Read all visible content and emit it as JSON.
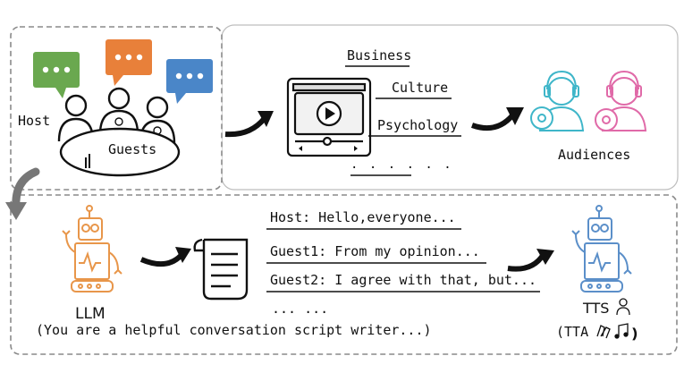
{
  "top_panel": {
    "host_label": "Host",
    "guests_label": "Guests",
    "topics": [
      "Business",
      "Culture",
      "Psychology"
    ],
    "topics_more": ". . .  . . .",
    "audiences_label": "Audiences"
  },
  "bottom_panel": {
    "llm_label": "LLM",
    "llm_prompt": "(You are a helpful conversation script writer...)",
    "script_lines": [
      "Host: Hello,everyone...",
      "Guest1: From my opinion...",
      "Guest2: I agree with that, but..."
    ],
    "script_more": "... ...",
    "tts_label": "TTS",
    "tta_label": "(TTA"
  },
  "colors": {
    "bubble_green": "#6aa84f",
    "bubble_orange": "#e8803a",
    "bubble_blue": "#4a86c8",
    "robot_orange": "#e8964a",
    "robot_blue": "#5b8fc9",
    "audience_cyan": "#3fb6c9",
    "audience_pink": "#e06aa8",
    "panel_border": "#8a8a8a"
  }
}
